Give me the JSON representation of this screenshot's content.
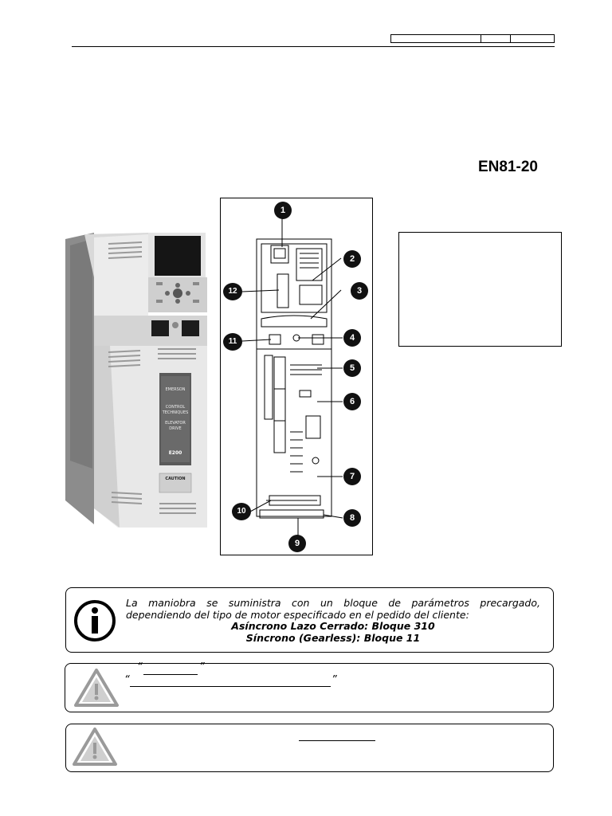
{
  "header": {
    "doc_code": "EN81-20"
  },
  "figure": {
    "callouts": [
      "1",
      "2",
      "3",
      "4",
      "5",
      "6",
      "7",
      "8",
      "9",
      "10",
      "11",
      "12"
    ],
    "drive_panel": {
      "brand": "EMERSON",
      "line1": "CONTROL",
      "line2": "TECHNIQUES",
      "line3": "ELEVATOR",
      "line4": "DRIVE",
      "model": "E200",
      "caution": "CAUTION"
    }
  },
  "info_note": {
    "icon": "info-icon",
    "line1": "La maniobra se suministra con un bloque de parámetros precargado,",
    "line2": "dependiendo del tipo de motor especificado en el pedido del cliente:",
    "line3": "Asíncrono Lazo Cerrado: Bloque 310",
    "line4": "Síncrono (Gearless): Bloque 11"
  },
  "warning_note_1": {
    "icon": "warning-triangle-icon",
    "open_quote_1": "“",
    "close_quote_1": "”",
    "open_quote_2": "“",
    "close_quote_2": "”"
  },
  "warning_note_2": {
    "icon": "warning-triangle-icon"
  },
  "colors": {
    "ink": "#000000",
    "drive_body": "#e6e6e6",
    "drive_side": "#8c8c8c",
    "icon_gray": "#9a9a9a"
  }
}
